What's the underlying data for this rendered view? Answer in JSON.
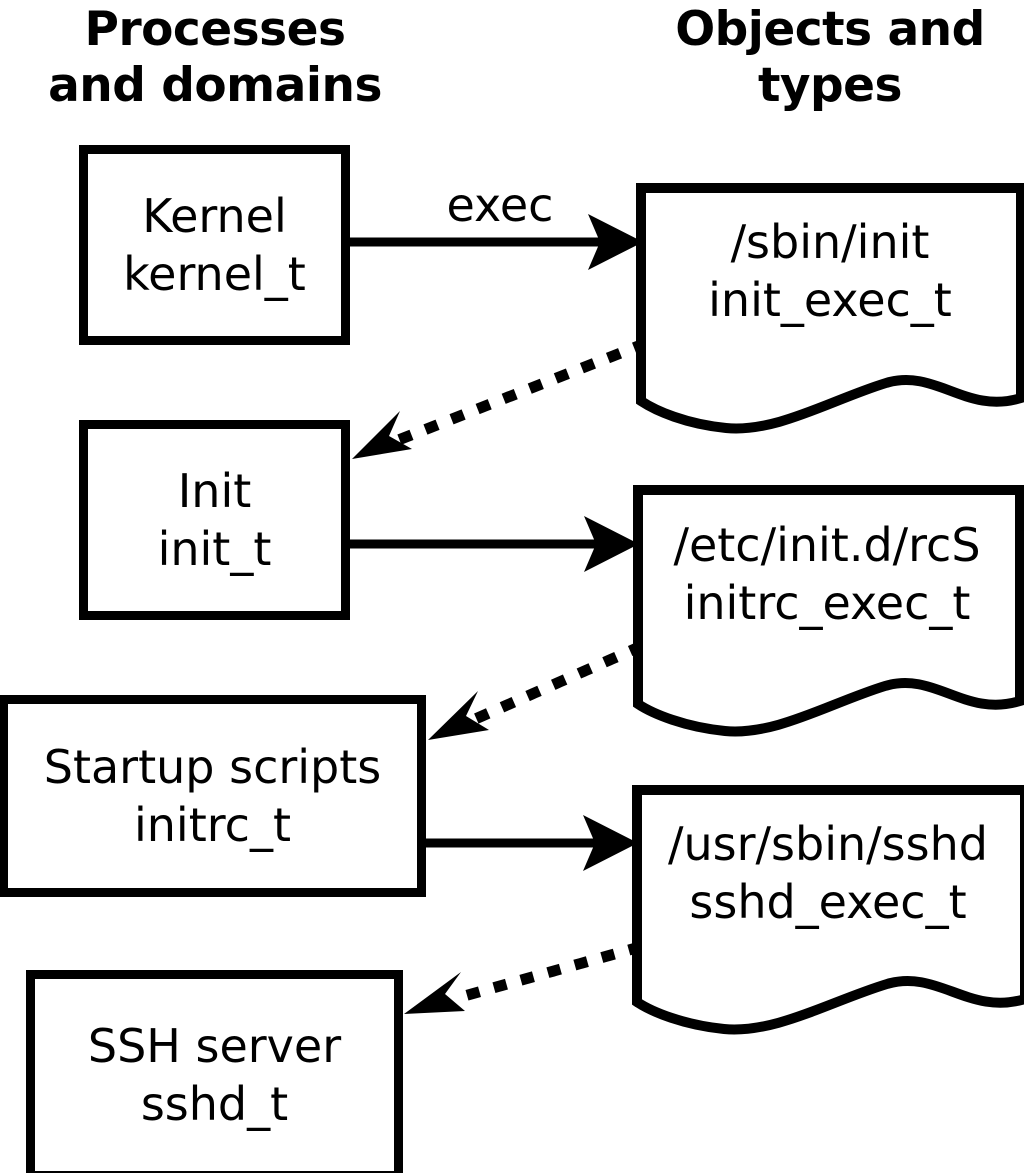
{
  "headers": {
    "left": "Processes\nand domains",
    "right": "Objects and\ntypes"
  },
  "colors": {
    "stroke": "#000000",
    "fill": "#ffffff",
    "text": "#000000"
  },
  "processes": [
    {
      "name": "kernel",
      "title": "Kernel",
      "type": "kernel_t",
      "label": "Kernel\nkernel_t"
    },
    {
      "name": "init",
      "title": "Init",
      "type": "init_t",
      "label": "Init\ninit_t"
    },
    {
      "name": "initrc",
      "title": "Startup scripts",
      "type": "initrc_t",
      "label": "Startup scripts\ninitrc_t"
    },
    {
      "name": "sshd",
      "title": "SSH server",
      "type": "sshd_t",
      "label": "SSH server\nsshd_t"
    }
  ],
  "objects": [
    {
      "name": "init-exec",
      "path": "/sbin/init",
      "type": "init_exec_t",
      "label": "/sbin/init\ninit_exec_t"
    },
    {
      "name": "initrc-exec",
      "path": "/etc/init.d/rcS",
      "type": "initrc_exec_t",
      "label": "/etc/init.d/rcS\ninitrc_exec_t"
    },
    {
      "name": "sshd-exec",
      "path": "/usr/sbin/sshd",
      "type": "sshd_exec_t",
      "label": "/usr/sbin/sshd\nsshd_exec_t"
    }
  ],
  "edges": [
    {
      "name": "kernel-exec-init",
      "from": "kernel",
      "to": "init-exec",
      "style": "solid",
      "label": "exec"
    },
    {
      "name": "init-exec-transition",
      "from": "init-exec",
      "to": "init",
      "style": "dotted",
      "label": ""
    },
    {
      "name": "init-exec-initrc",
      "from": "init",
      "to": "initrc-exec",
      "style": "solid",
      "label": ""
    },
    {
      "name": "initrc-exec-transition",
      "from": "initrc-exec",
      "to": "initrc",
      "style": "dotted",
      "label": ""
    },
    {
      "name": "initrc-exec-sshd",
      "from": "initrc",
      "to": "sshd-exec",
      "style": "solid",
      "label": ""
    },
    {
      "name": "sshd-exec-transition",
      "from": "sshd-exec",
      "to": "sshd",
      "style": "dotted",
      "label": ""
    }
  ],
  "edge_labels": {
    "exec": "exec"
  }
}
